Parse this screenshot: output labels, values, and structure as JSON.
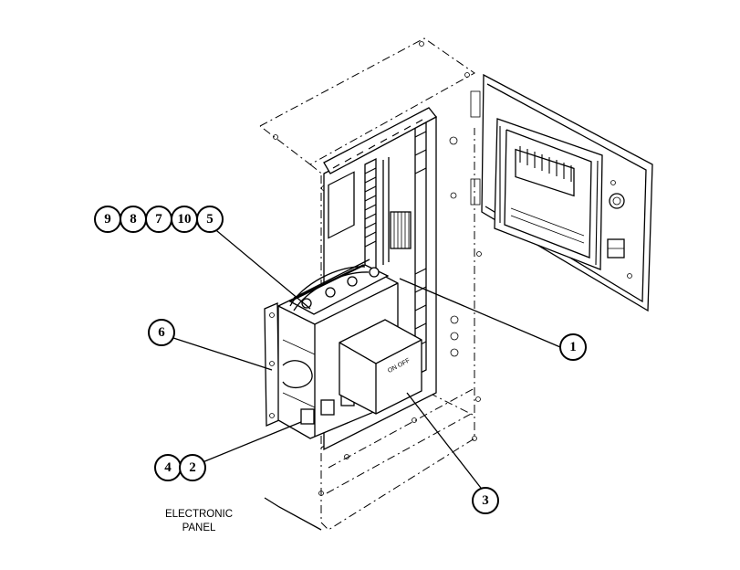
{
  "callouts": [
    {
      "id": "9",
      "label": "9"
    },
    {
      "id": "8",
      "label": "8"
    },
    {
      "id": "7",
      "label": "7"
    },
    {
      "id": "10",
      "label": "10"
    },
    {
      "id": "5",
      "label": "5"
    },
    {
      "id": "6",
      "label": "6"
    },
    {
      "id": "1",
      "label": "1"
    },
    {
      "id": "4",
      "label": "4"
    },
    {
      "id": "2",
      "label": "2"
    },
    {
      "id": "3",
      "label": "3"
    }
  ],
  "panel_label": {
    "line1": "ELECTRONIC",
    "line2": "PANEL"
  },
  "breaker_marking": "ON  OFF"
}
